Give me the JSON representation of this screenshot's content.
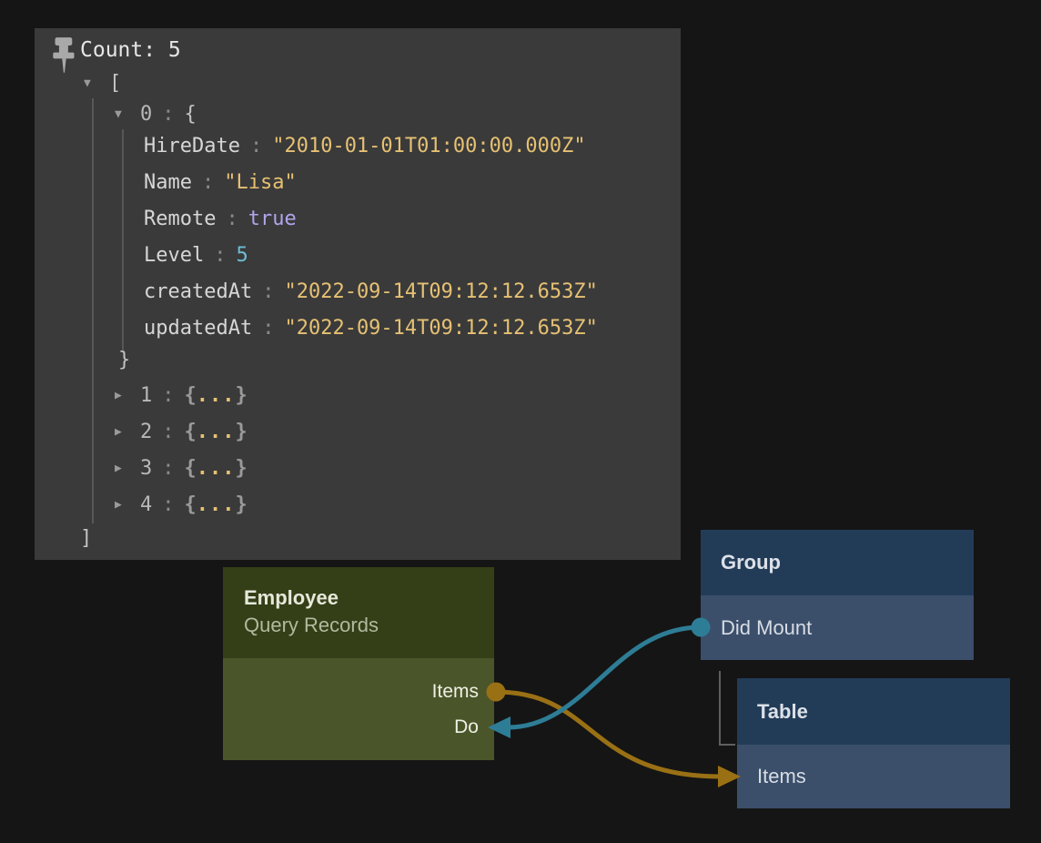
{
  "colors": {
    "canvas_bg": "#151515",
    "panel_bg": "#3a3a3a",
    "string_value": "#e6c173",
    "boolean_value": "#b1a4ee",
    "number_value": "#6cbdd4",
    "wire_data": "#9a7015",
    "wire_signal": "#2e7d96",
    "employee_header": "#343f17",
    "employee_body": "#4a5529",
    "blue_header": "#223c58",
    "blue_body": "#3b4f6b"
  },
  "icons": {
    "pin": "pushpin",
    "expanded": "▼",
    "collapsed": "▶"
  },
  "inspector": {
    "count_label": "Count: 5",
    "array_open": "[",
    "array_close": "]",
    "item0": {
      "index": "0",
      "sep": ":",
      "brace_open": "{",
      "brace_close": "}",
      "fields": [
        {
          "key": "HireDate",
          "sep": ":",
          "value": "\"2010-01-01T01:00:00.000Z\""
        },
        {
          "key": "Name",
          "sep": ":",
          "value": "\"Lisa\""
        },
        {
          "key": "Remote",
          "sep": ":",
          "value": "true"
        },
        {
          "key": "Level",
          "sep": ":",
          "value": "5"
        },
        {
          "key": "createdAt",
          "sep": ":",
          "value": "\"2022-09-14T09:12:12.653Z\""
        },
        {
          "key": "updatedAt",
          "sep": ":",
          "value": "\"2022-09-14T09:12:12.653Z\""
        }
      ]
    },
    "collapsed_items": [
      {
        "index": "1",
        "sep": ":",
        "brace_open": "{",
        "dots": "...",
        "brace_close": "}"
      },
      {
        "index": "2",
        "sep": ":",
        "brace_open": "{",
        "dots": "...",
        "brace_close": "}"
      },
      {
        "index": "3",
        "sep": ":",
        "brace_open": "{",
        "dots": "...",
        "brace_close": "}"
      },
      {
        "index": "4",
        "sep": ":",
        "brace_open": "{",
        "dots": "...",
        "brace_close": "}"
      }
    ]
  },
  "nodes": {
    "employee": {
      "title": "Employee",
      "subtitle": "Query Records",
      "ports": [
        {
          "label": "Items"
        },
        {
          "label": "Do"
        }
      ]
    },
    "group": {
      "title": "Group",
      "rows": [
        {
          "label": "Did Mount"
        }
      ]
    },
    "table": {
      "title": "Table",
      "rows": [
        {
          "label": "Items"
        }
      ]
    }
  },
  "connections": [
    {
      "from": "Employee.Items",
      "to": "Table.Items",
      "color_key": "wire_data"
    },
    {
      "from": "Group.Did Mount",
      "to": "Employee.Do",
      "color_key": "wire_signal"
    }
  ]
}
